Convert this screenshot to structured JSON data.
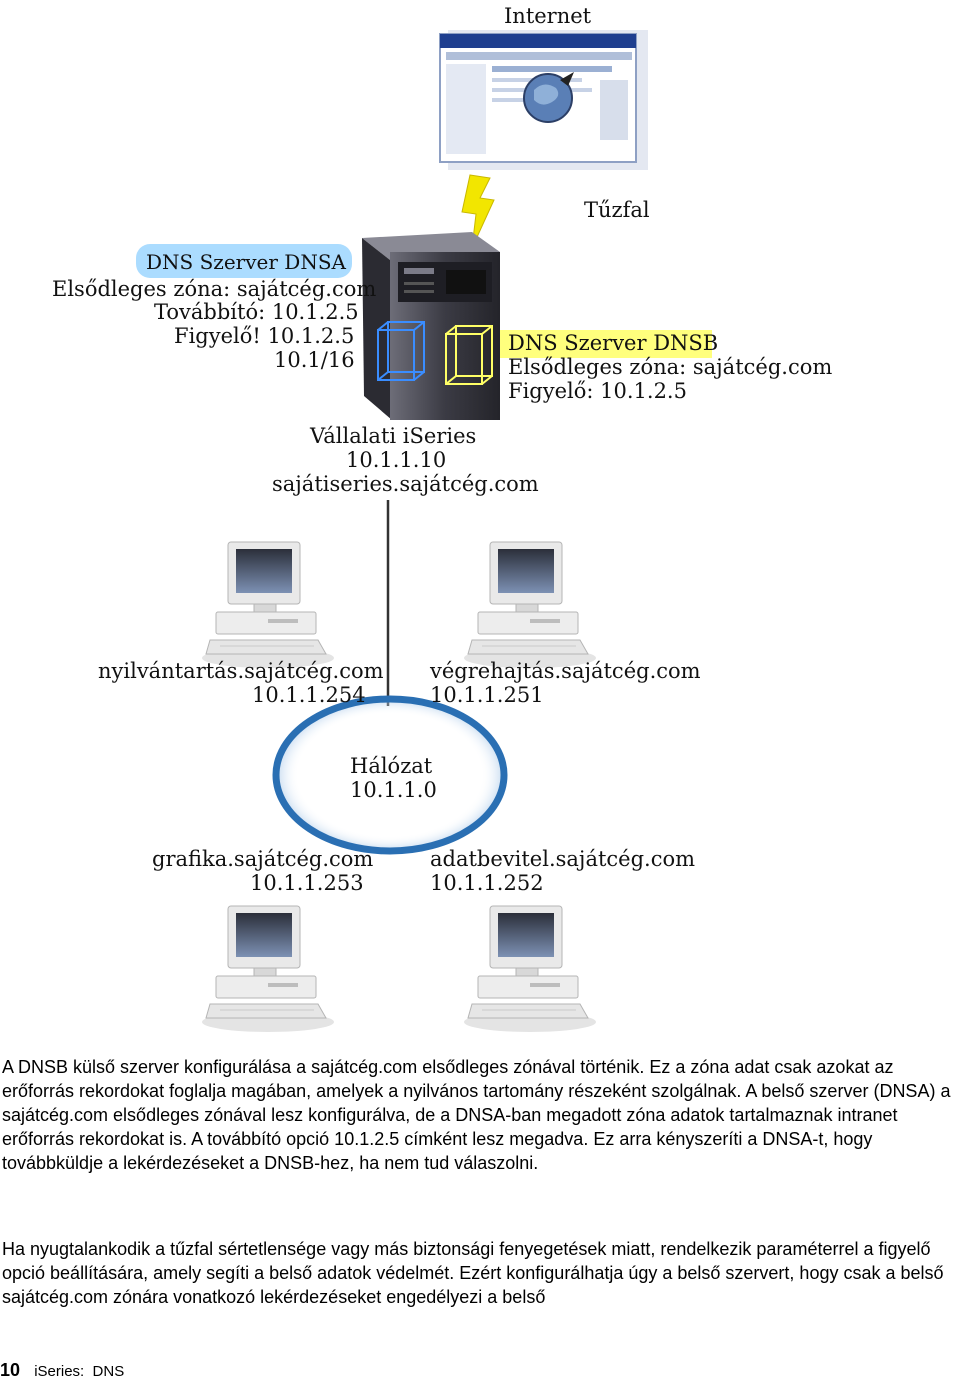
{
  "diagram": {
    "internet_label": "Internet",
    "firewall_label": "Tűzfal",
    "dnsa": {
      "title": "DNS Szerver DNSA",
      "primary_zone": "Elsődleges zóna: sajátcég.com",
      "forwarder": "Továbbító: 10.1.2.5",
      "listener": "Figyelő! 10.1.2.5",
      "subnet": "10.1/16"
    },
    "dnsb": {
      "title": "DNS Szerver DNSB",
      "primary_zone": "Elsődleges zóna: sajátcég.com",
      "listener": "Figyelő: 10.1.2.5"
    },
    "iseries": {
      "name": "Vállalati iSeries",
      "ip": "10.1.1.10",
      "host": "sajátiseries.sajátcég.com"
    },
    "network": {
      "name": "Hálózat",
      "ip": "10.1.1.0"
    },
    "clients": [
      {
        "host": "nyilvántartás.sajátcég.com",
        "ip": "10.1.1.254"
      },
      {
        "host": "végrehajtás.sajátcég.com",
        "ip": "10.1.1.251"
      },
      {
        "host": "grafika.sajátcég.com",
        "ip": "10.1.1.253"
      },
      {
        "host": "adatbevitel.sajátcég.com",
        "ip": "10.1.1.252"
      }
    ],
    "colors": {
      "dnsa_glow": "#8fd0ff",
      "dnsb_highlight": "#ffff66",
      "network_ring": "#2a6fb3",
      "server_body": "#3b3b44",
      "monitor_screen": "#5d7396",
      "lightning": "#f2e600"
    }
  },
  "text": {
    "para1": "A DNSB külső szerver konfigurálása a sajátcég.com elsődleges zónával történik. Ez a zóna adat csak azokat az erőforrás rekordokat foglalja magában, amelyek a nyilvános tartomány részeként szolgálnak. A belső szerver (DNSA) a sajátcég.com elsődleges zónával lesz konfigurálva, de a DNSA-ban megadott zóna adatok tartalmaznak intranet erőforrás rekordokat is. A továbbító opció 10.1.2.5 címként lesz megadva. Ez arra kényszeríti a DNSA-t, hogy továbbküldje a lekérdezéseket a DNSB-hez, ha nem tud válaszolni.",
    "para2": "Ha nyugtalankodik a tűzfal sértetlensége vagy más biztonsági fenyegetések miatt, rendelkezik paraméterrel a figyelő opció beállítására, amely segíti a belső adatok védelmét. Ezért konfigurálhatja úgy a belső szervert, hogy csak a belső sajátcég.com zónára vonatkozó lekérdezéseket engedélyezi a belső"
  },
  "footer": {
    "page_number": "10",
    "product": "iSeries:  DNS"
  }
}
